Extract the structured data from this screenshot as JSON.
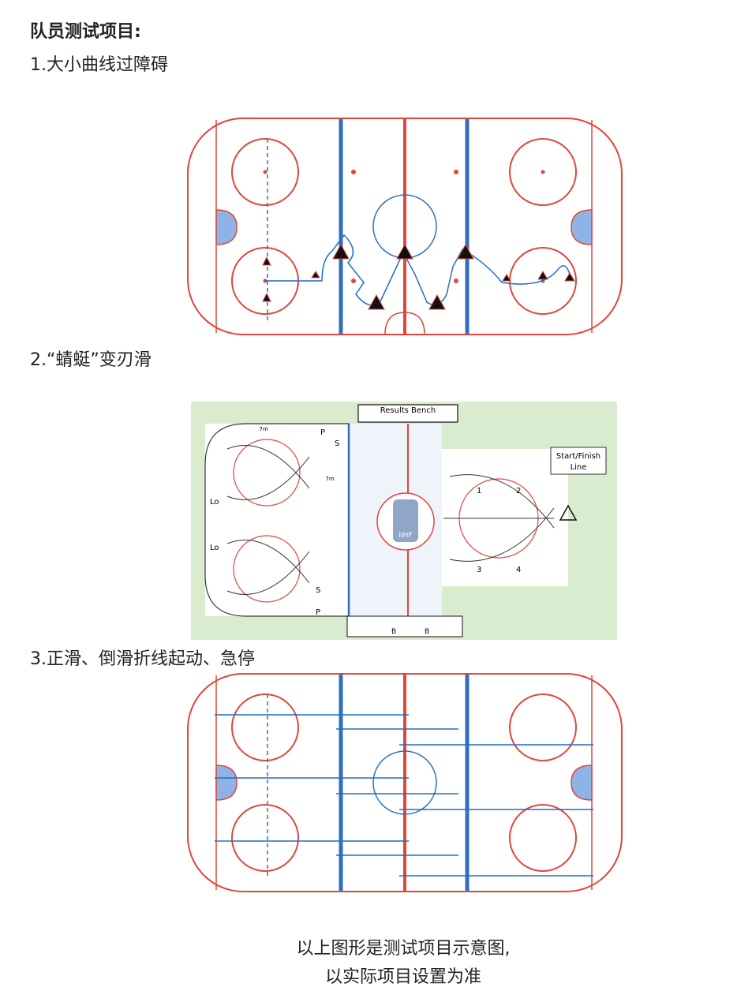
{
  "heading": "队员测试项目:",
  "sections": [
    {
      "title": "1.大小曲线过障碍"
    },
    {
      "title": "2.“蜻蜓”变刃滑"
    },
    {
      "title": "3.正滑、倒滑折线起动、急停"
    }
  ],
  "diagram2": {
    "bench_label": "Results Bench",
    "start_finish_label_1": "Start/Finish",
    "start_finish_label_2": "Line",
    "dim_label_top": "7m",
    "dim_label_side": "7m",
    "labels": [
      "P",
      "S",
      "Lo",
      "Lo",
      "S",
      "P"
    ],
    "numbers": [
      "1",
      "2",
      "3",
      "4"
    ],
    "box_label_b1": "B",
    "box_label_b2": "B",
    "logo_text": "IIHF"
  },
  "captions": [
    "以上图形是测试项目示意图,",
    "以实际项目设置为准"
  ],
  "colors": {
    "red": "#e0463c",
    "blue": "#2f6fc0",
    "drill": "#1f6fc4",
    "green_bg": "#d9ecd0"
  }
}
